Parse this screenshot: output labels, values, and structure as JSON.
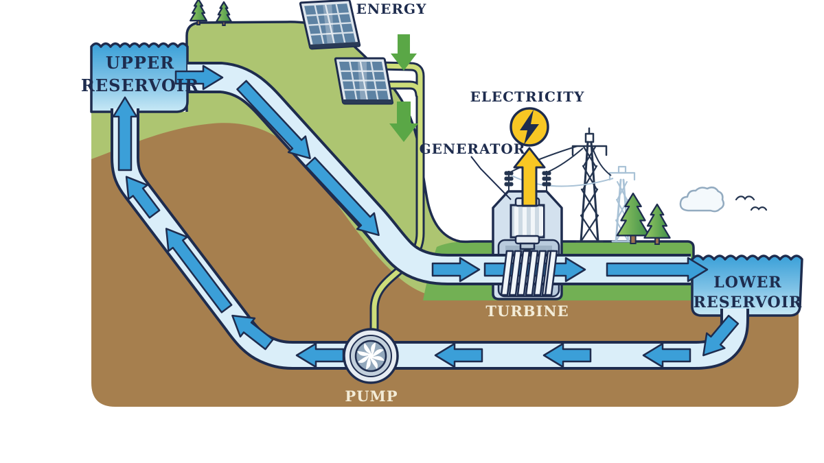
{
  "labels": {
    "energy": "ENERGY",
    "electricity": "ELECTRICITY",
    "generator": "GENERATOR",
    "turbine": "TURBINE",
    "pump": "PUMP",
    "upper_reservoir": {
      "line1": "UPPER",
      "line2": "RESERVOIR"
    },
    "lower_reservoir": {
      "line1": "LOWER",
      "line2": "RESERVOIR"
    }
  },
  "colors": {
    "outline_navy": "#1e2c4e",
    "water_top": "#3aa0d8",
    "water_bottom": "#c9e9f6",
    "pipe_channel": "#daeef9",
    "flow_arrow_blue": "#3b9fd8",
    "hill_olive": "#adc571",
    "grass_green": "#72b054",
    "ground_brown": "#a67f4e",
    "cable_green": "#cddd7a",
    "energy_arrow_green": "#5aa746",
    "electricity_yellow": "#f8c724",
    "building_grey_blue": "#d3e1ee",
    "pump_grey": "#c3d0dc",
    "pylon_light_blue": "#a9c2d6",
    "label_cream": "#f3ecd7",
    "label_navy": "#1e2c4e"
  },
  "icons": [
    "solar-panel-icon",
    "lightning-bolt-icon",
    "down-arrow-icon",
    "flow-arrow-icon",
    "pump-impeller-icon",
    "transmission-tower-icon",
    "pine-tree-icon",
    "cloud-icon",
    "birds-icon"
  ]
}
